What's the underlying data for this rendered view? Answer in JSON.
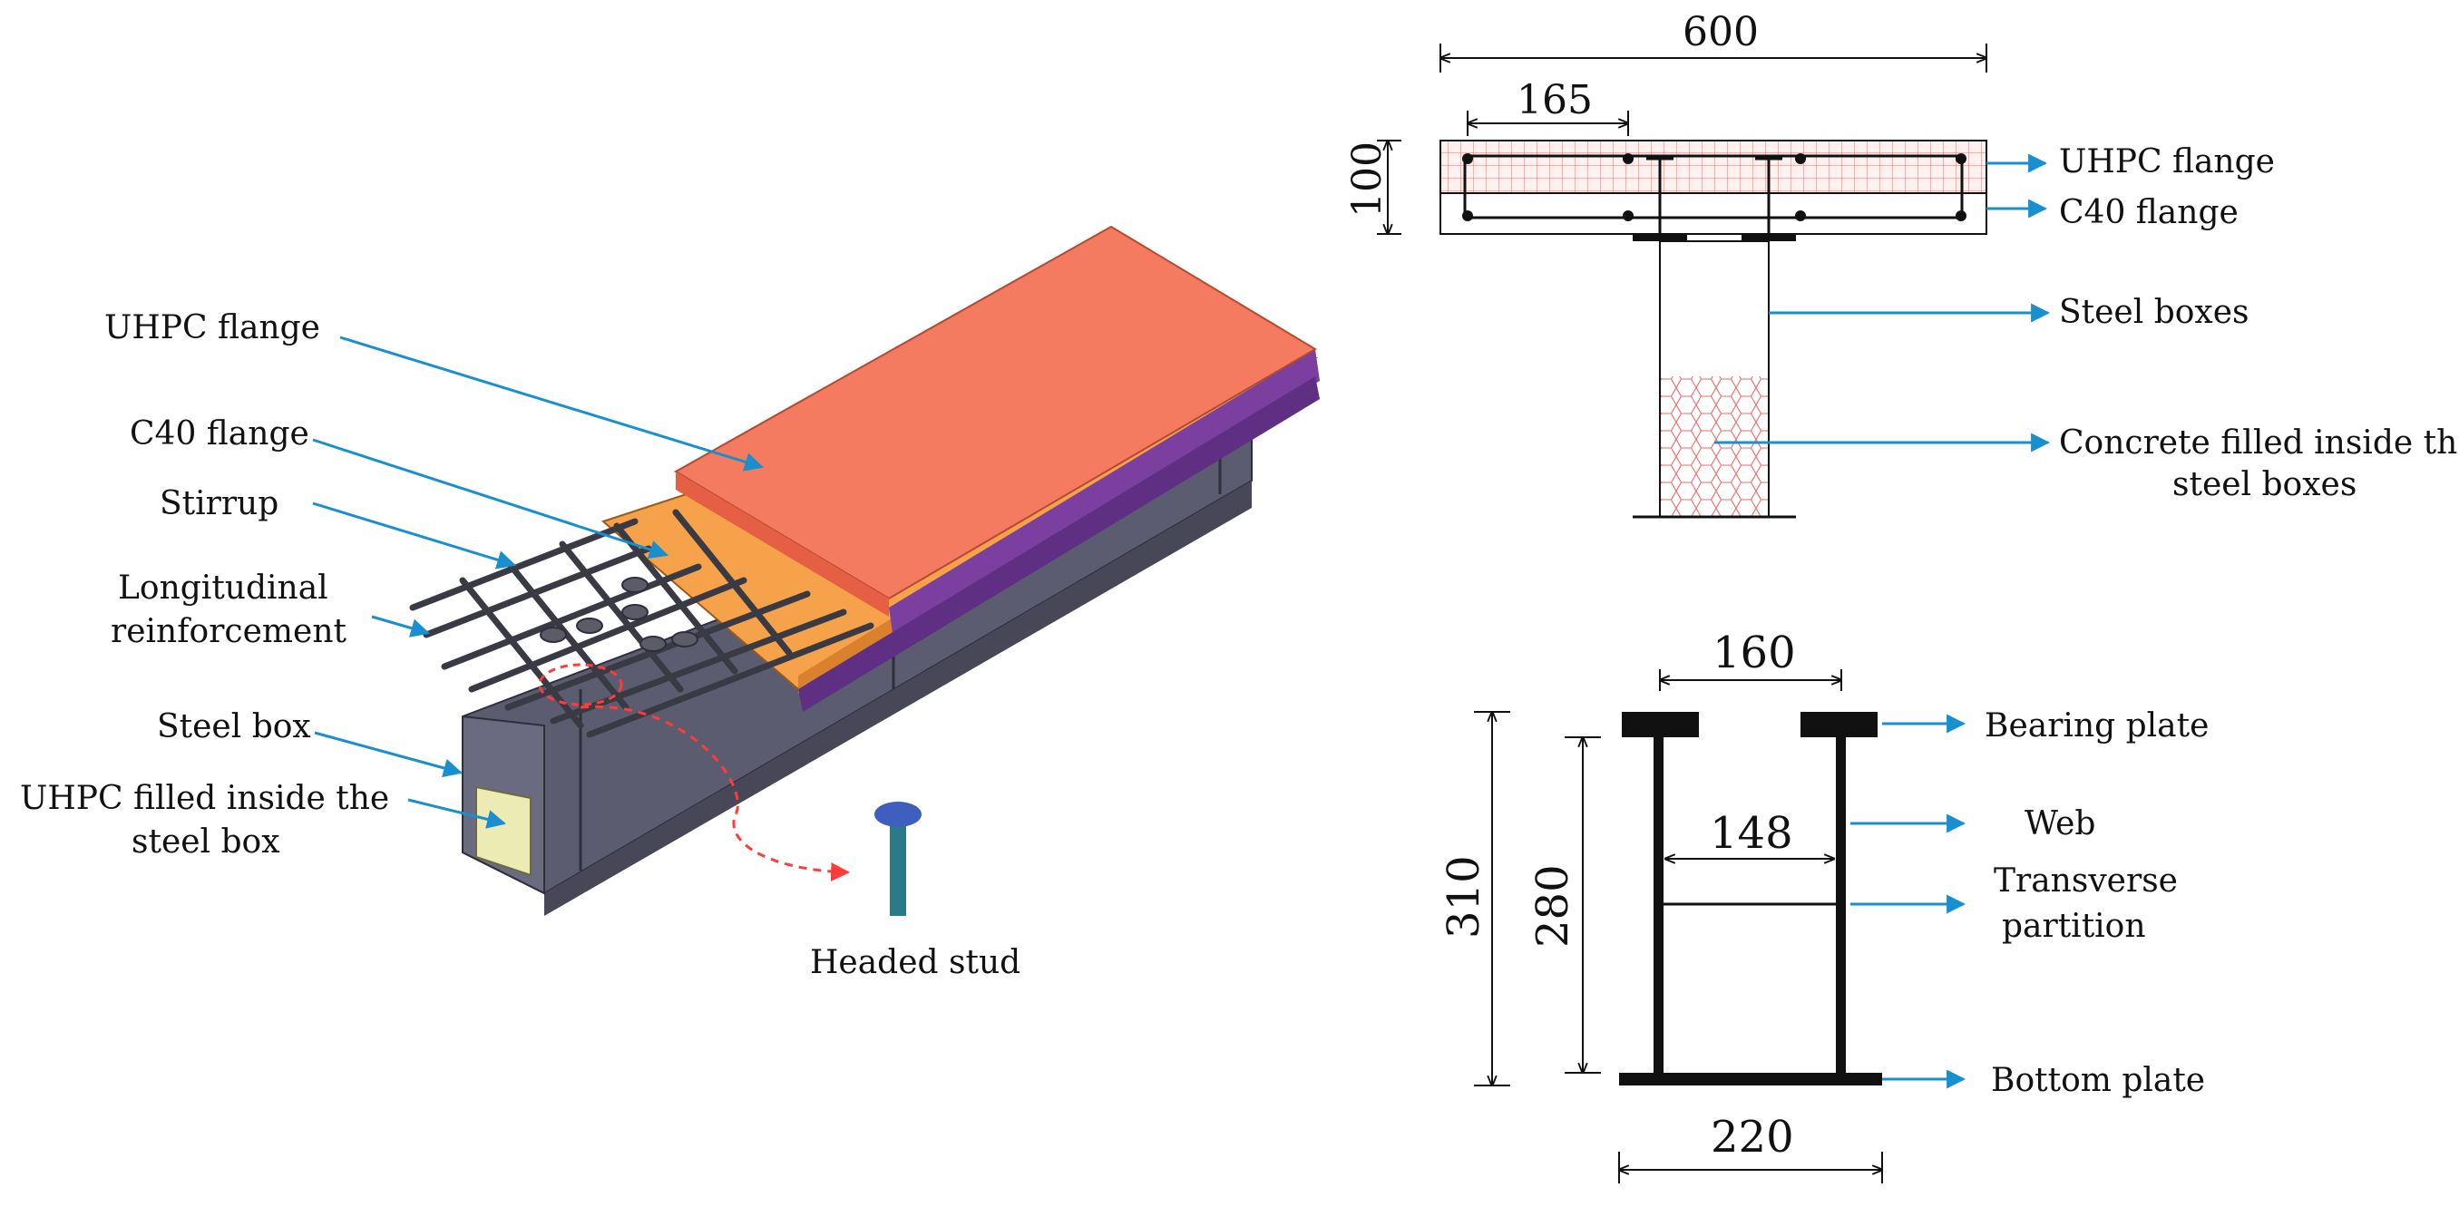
{
  "colors": {
    "uhpc_flange": "#f47a60",
    "c40_flange": "#f6a24a",
    "purple_edge": "#7b3fa0",
    "steel_box": "#5c5c70",
    "uhpc_fill": "#ecebb4",
    "stud_head": "#3f5fbf",
    "stud_shank": "#2a7a8a",
    "leader": "#1a8fd0",
    "dashed": "#ff3b3b",
    "concrete_hatch": "#f06a6a"
  },
  "isometric": {
    "labels": {
      "uhpc_flange": "UHPC flange",
      "c40_flange": "C40 flange",
      "stirrup": "Stirrup",
      "longitudinal_1": "Longitudinal",
      "longitudinal_2": "reinforcement",
      "steel_box": "Steel box",
      "uhpc_filled_1": "UHPC filled inside the",
      "uhpc_filled_2": "steel box",
      "headed_stud": "Headed stud"
    }
  },
  "cross_section": {
    "dims": {
      "width": "600",
      "offset": "165",
      "height": "100"
    },
    "labels": {
      "uhpc_flange": "UHPC flange",
      "c40_flange": "C40 flange",
      "steel_boxes": "Steel boxes",
      "concrete_1": "Concrete filled inside the",
      "concrete_2": "steel boxes"
    }
  },
  "steel_box_section": {
    "dims": {
      "top_width": "160",
      "inner_width": "148",
      "total_height": "310",
      "web_height": "280",
      "bottom_width": "220"
    },
    "labels": {
      "bearing_plate": "Bearing plate",
      "web": "Web",
      "transverse_1": "Transverse",
      "transverse_2": "partition",
      "bottom_plate": "Bottom plate"
    }
  }
}
